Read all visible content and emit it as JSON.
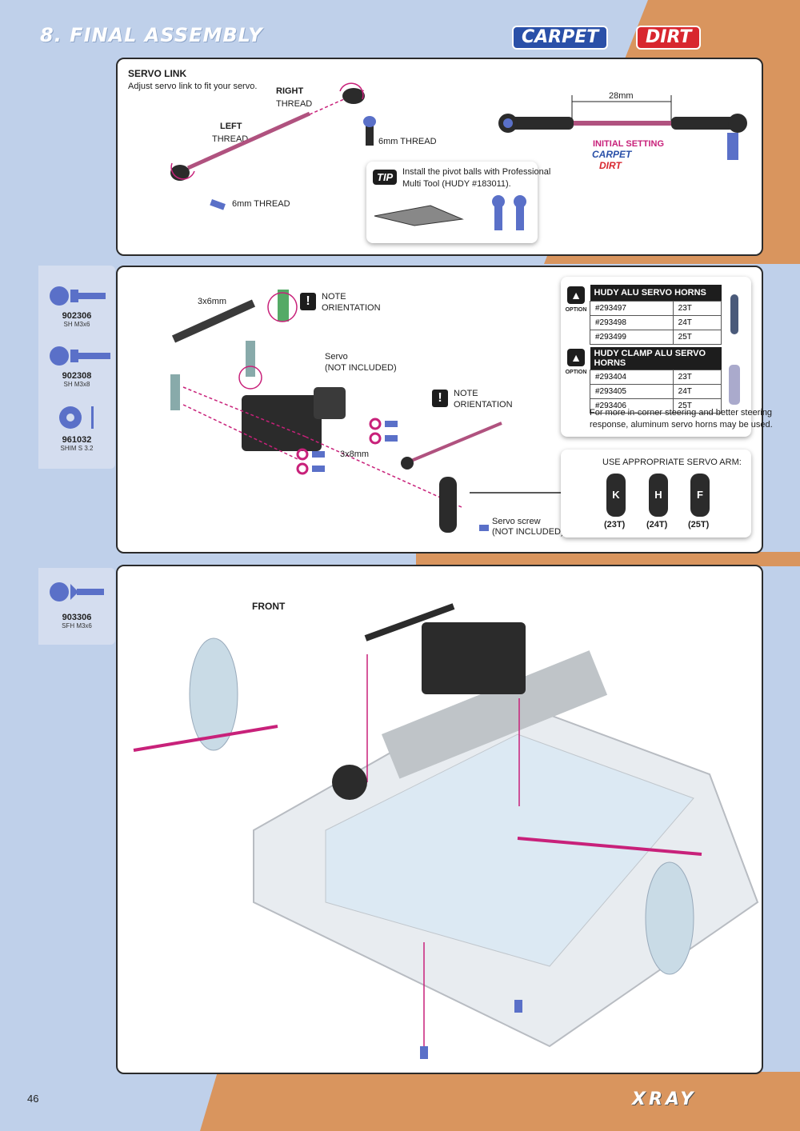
{
  "header": {
    "title": "8. FINAL ASSEMBLY",
    "badge_carpet": "CARPET",
    "badge_dirt": "DIRT"
  },
  "servo_link": {
    "heading": "SERVO LINK",
    "subheading": "Adjust servo link to fit your servo.",
    "right_thread_1": "RIGHT",
    "right_thread_2": "THREAD",
    "left_thread_1": "LEFT",
    "left_thread_2": "THREAD",
    "thread_top": "6mm THREAD",
    "thread_bottom": "6mm THREAD",
    "dim": "28mm",
    "initial_setting": "INITIAL SETTING",
    "initial_carpet": "CARPET",
    "initial_dirt": "DIRT",
    "tip_tag": "TIP",
    "tip_text_1": "Install the pivot balls with Professional",
    "tip_text_2": "Multi Tool (HUDY #183011)."
  },
  "parts_1": [
    {
      "code": "902306",
      "desc": "SH M3x6"
    },
    {
      "code": "902308",
      "desc": "SH M3x8"
    },
    {
      "code": "961032",
      "desc": "SHIM S 3.2"
    }
  ],
  "servo_section": {
    "screw_a": "3x6mm",
    "screw_b": "3x8mm",
    "note1_1": "NOTE",
    "note1_2": "ORIENTATION",
    "note2_1": "NOTE",
    "note2_2": "ORIENTATION",
    "servo_1": "Servo",
    "servo_2": "(NOT INCLUDED)",
    "servo_screw_1": "Servo screw",
    "servo_screw_2": "(NOT INCLUDED)"
  },
  "option": {
    "label": "OPTION",
    "table1_title": "HUDY ALU SERVO HORNS",
    "table1": [
      [
        "#293497",
        "23T"
      ],
      [
        "#293498",
        "24T"
      ],
      [
        "#293499",
        "25T"
      ]
    ],
    "table2_title": "HUDY CLAMP ALU SERVO HORNS",
    "table2": [
      [
        "#293404",
        "23T"
      ],
      [
        "#293405",
        "24T"
      ],
      [
        "#293406",
        "25T"
      ]
    ],
    "note_1": "For more in-corner steering and better steering",
    "note_2": "response, aluminum servo horns may be used."
  },
  "servo_arm": {
    "heading": "USE APPROPRIATE SERVO ARM:",
    "arms": [
      {
        "letter": "K",
        "size": "(23T)"
      },
      {
        "letter": "H",
        "size": "(24T)"
      },
      {
        "letter": "F",
        "size": "(25T)"
      }
    ]
  },
  "parts_2": [
    {
      "code": "903306",
      "desc": "SFH M3x6"
    }
  ],
  "chassis": {
    "front_label": "FRONT"
  },
  "footer": {
    "page": "46",
    "logo": "XRAY"
  },
  "colors": {
    "blue_bg": "#bfd0ea",
    "orange_bg": "#d9955e",
    "accent_pink": "#c8217a",
    "screw_blue": "#5a70c8"
  }
}
